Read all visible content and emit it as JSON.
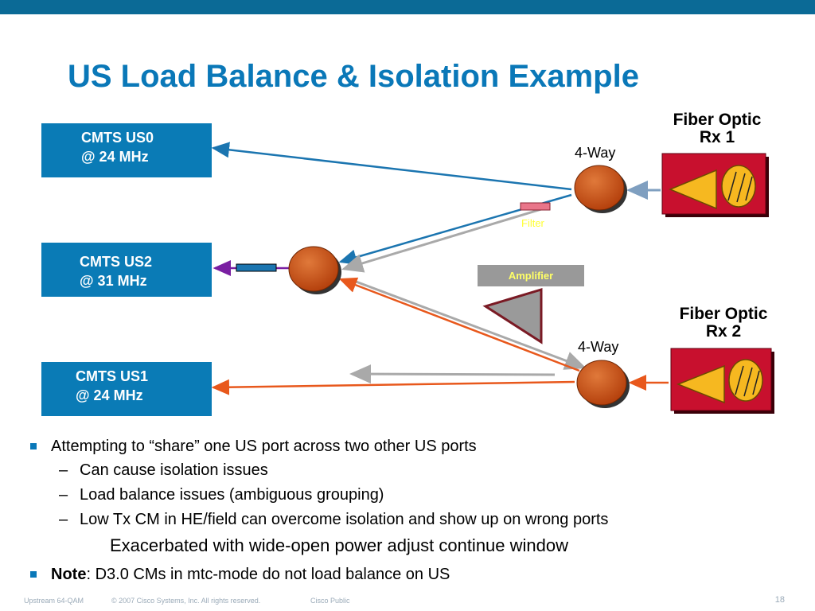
{
  "slide": {
    "title": "US Load Balance & Isolation Example",
    "page_number": "18"
  },
  "cmts": [
    {
      "line1": "CMTS US0",
      "line2": "@ 24 MHz"
    },
    {
      "line1": "CMTS US2",
      "line2": "@ 31 MHz"
    },
    {
      "line1": "CMTS US1",
      "line2": "@ 24 MHz"
    }
  ],
  "diagram": {
    "fiber_rx1": {
      "line1": "Fiber Optic",
      "line2": "Rx 1"
    },
    "fiber_rx2": {
      "line1": "Fiber Optic",
      "line2": "Rx 2"
    },
    "splitter_top_label": "4-Way",
    "splitter_bottom_label": "4-Way",
    "filter_label": "Filter",
    "amplifier_label": "Amplifier",
    "colors": {
      "cmts_fill": "#0a7bb6",
      "title": "#0a78b8",
      "receiver_red": "#c8102e",
      "splitter": "#c44d0f",
      "line_blue": "#1b75b0",
      "line_orange": "#e8581c",
      "line_gray": "#a9a9a9"
    }
  },
  "bullets": {
    "b1": "Attempting to “share” one US port across two other US ports",
    "b1_sub": [
      "Can cause isolation issues",
      "Load balance issues (ambiguous grouping)",
      "Low Tx CM in HE/field can overcome isolation and show up on wrong ports"
    ],
    "b1_note": "Exacerbated with wide-open power adjust continue window",
    "b2_bold": "Note",
    "b2_rest": ": D3.0 CMs in mtc-mode do not load balance on US"
  },
  "footer": {
    "left": "Upstream 64-QAM",
    "copyright": "© 2007 Cisco Systems, Inc. All rights reserved.",
    "classification": "Cisco Public"
  }
}
